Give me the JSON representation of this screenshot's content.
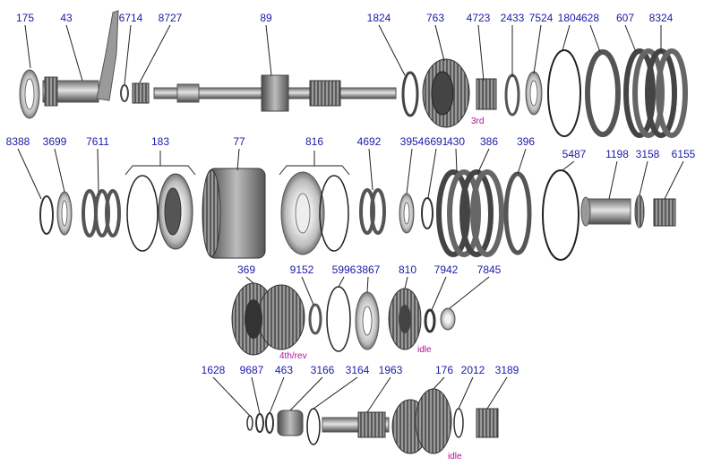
{
  "diagram": {
    "colors": {
      "label": "#1a1aa8",
      "note": "#b0109a",
      "metal_dark": "#3a3a3a",
      "metal_mid": "#8a8a8a",
      "metal_light": "#d2d2d2"
    },
    "rows": [
      {
        "labels": [
          "175",
          "43",
          "6714",
          "8727",
          "89",
          "1824",
          "763",
          "4723",
          "2433",
          "7524",
          "1804",
          "628",
          "607",
          "8324"
        ]
      },
      {
        "labels": [
          "8388",
          "3699",
          "7611",
          "183",
          "77",
          "816",
          "4692",
          "3954",
          "6691",
          "430",
          "386",
          "396",
          "5487",
          "1198",
          "3158",
          "6155"
        ]
      },
      {
        "labels": [
          "369",
          "9152",
          "5996",
          "3867",
          "810",
          "7942",
          "7845"
        ]
      },
      {
        "labels": [
          "1628",
          "9687",
          "463",
          "3166",
          "3164",
          "1963",
          "176",
          "2012",
          "3189"
        ]
      }
    ],
    "notes": {
      "third_gear": "3rd",
      "fourth_reverse": "4th/rev",
      "idle_1": "idle",
      "idle_2": "idle"
    }
  }
}
